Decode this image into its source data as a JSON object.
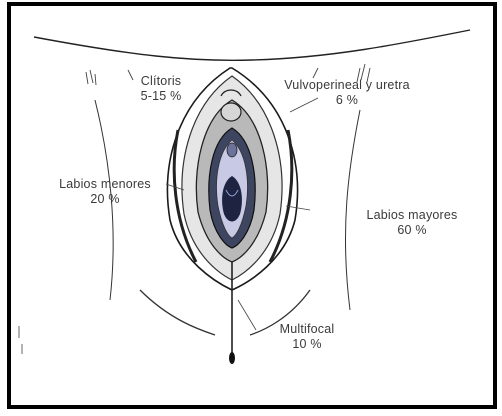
{
  "labels": {
    "clitoris": {
      "name": "Clítoris",
      "pct": "5-15 %"
    },
    "vulvoperineal": {
      "name": "Vulvoperineal y uretra",
      "pct": "6 %"
    },
    "labios_menores": {
      "name": "Labios menores",
      "pct": "20 %"
    },
    "labios_mayores": {
      "name": "Labios mayores",
      "pct": "60 %"
    },
    "multifocal": {
      "name": "Multifocal",
      "pct": "10 %"
    }
  },
  "colors": {
    "border": "#000000",
    "line": "#1a1a1a",
    "vestibule": "#3d4560",
    "inner": "#c8c9e4"
  }
}
